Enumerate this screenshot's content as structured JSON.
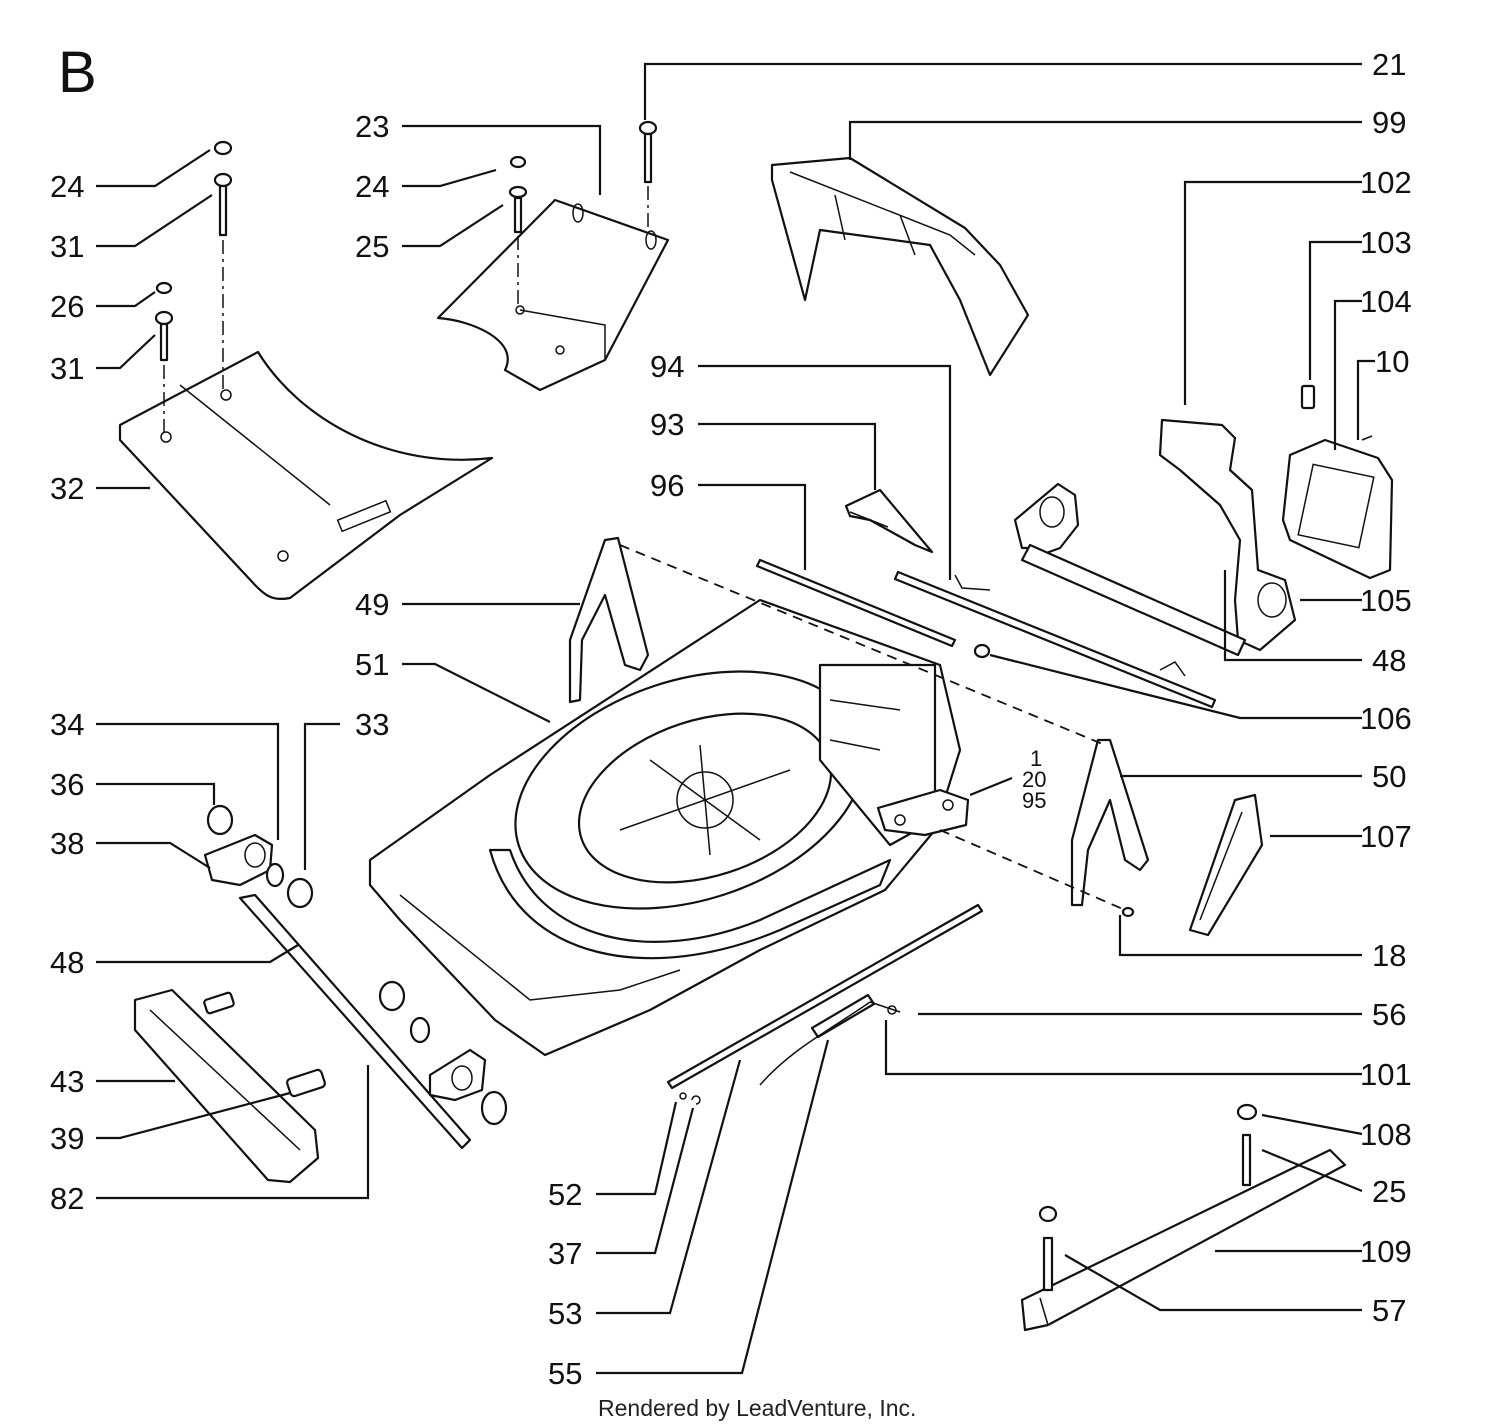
{
  "section_letter": "B",
  "footer": "Rendered by LeadVenture, Inc.",
  "callouts": [
    "21",
    "99",
    "102",
    "103",
    "104",
    "10",
    "105",
    "48",
    "106",
    "50",
    "107",
    "18",
    "56",
    "101",
    "108",
    "25",
    "109",
    "57",
    "24",
    "31",
    "26",
    "31",
    "32",
    "23",
    "24",
    "25",
    "94",
    "93",
    "96",
    "49",
    "51",
    "34",
    "33",
    "36",
    "38",
    "48",
    "43",
    "39",
    "82",
    "52",
    "37",
    "53",
    "55",
    "1",
    "20",
    "95"
  ]
}
